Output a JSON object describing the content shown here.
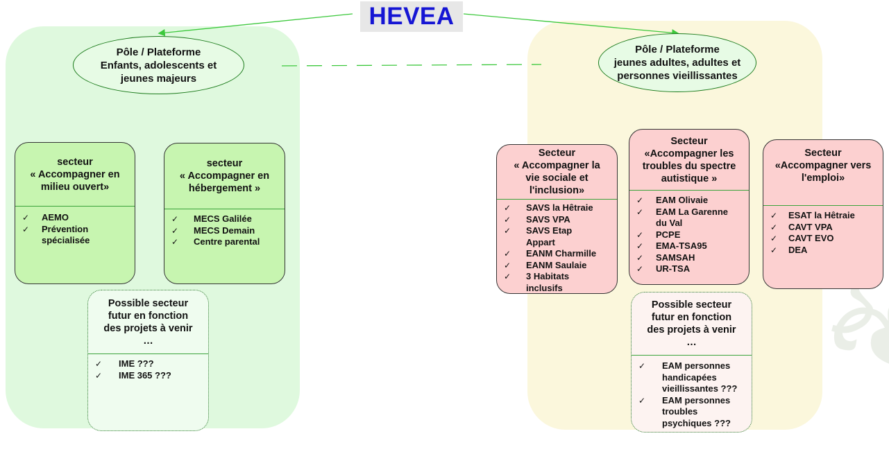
{
  "title": "HEVEA",
  "colors": {
    "title_blue": "#1515d4",
    "zone_left": "#dff9de",
    "zone_right": "#fbf7dc",
    "box_green": "#c7f5b0",
    "box_pink": "#fcd0d0",
    "arrow_green": "#3cc83c"
  },
  "poles": {
    "left": {
      "lines": [
        "Pôle / Plateforme",
        "Enfants, adolescents et",
        "jeunes majeurs"
      ]
    },
    "right": {
      "lines": [
        "Pôle / Plateforme",
        "jeunes adultes, adultes et",
        "personnes vieillissantes"
      ]
    }
  },
  "left_sectors": [
    {
      "head": [
        "secteur",
        "« Accompagner en",
        "milieu ouvert»"
      ],
      "items": [
        "AEMO",
        "Prévention spécialisée"
      ]
    },
    {
      "head": [
        "secteur",
        "« Accompagner en",
        "hébergement »"
      ],
      "items": [
        "MECS Galilée",
        "MECS Demain",
        "Centre parental"
      ]
    }
  ],
  "left_future": {
    "head": [
      "Possible secteur",
      "futur en fonction",
      "des projets à venir",
      "…"
    ],
    "items": [
      "IME ???",
      "IME 365 ???"
    ]
  },
  "right_sectors": [
    {
      "head": [
        "Secteur",
        "« Accompagner la",
        "vie sociale et",
        "l'inclusion»"
      ],
      "items": [
        "SAVS la Hêtraie",
        "SAVS VPA",
        "SAVS Etap Appart",
        "EANM Charmille",
        "EANM Saulaie",
        "3 Habitats inclusifs"
      ]
    },
    {
      "head": [
        "Secteur",
        "«Accompagner les",
        "troubles du spectre",
        "autistique »"
      ],
      "items": [
        "EAM Olivaie",
        "EAM La Garenne du Val",
        "PCPE",
        "EMA-TSA95",
        "SAMSAH",
        "UR-TSA"
      ]
    },
    {
      "head": [
        "Secteur",
        "«Accompagner vers",
        "l'emploi»"
      ],
      "items": [
        "ESAT la Hêtraie",
        "CAVT VPA",
        "CAVT EVO",
        "DEA"
      ]
    }
  ],
  "right_future": {
    "head": [
      "Possible secteur",
      "futur en fonction",
      "des projets à venir",
      "…"
    ],
    "items": [
      "EAM personnes handicapées vieillissantes ???",
      "EAM personnes troubles psychiques ???"
    ]
  },
  "checkmark": "✓"
}
